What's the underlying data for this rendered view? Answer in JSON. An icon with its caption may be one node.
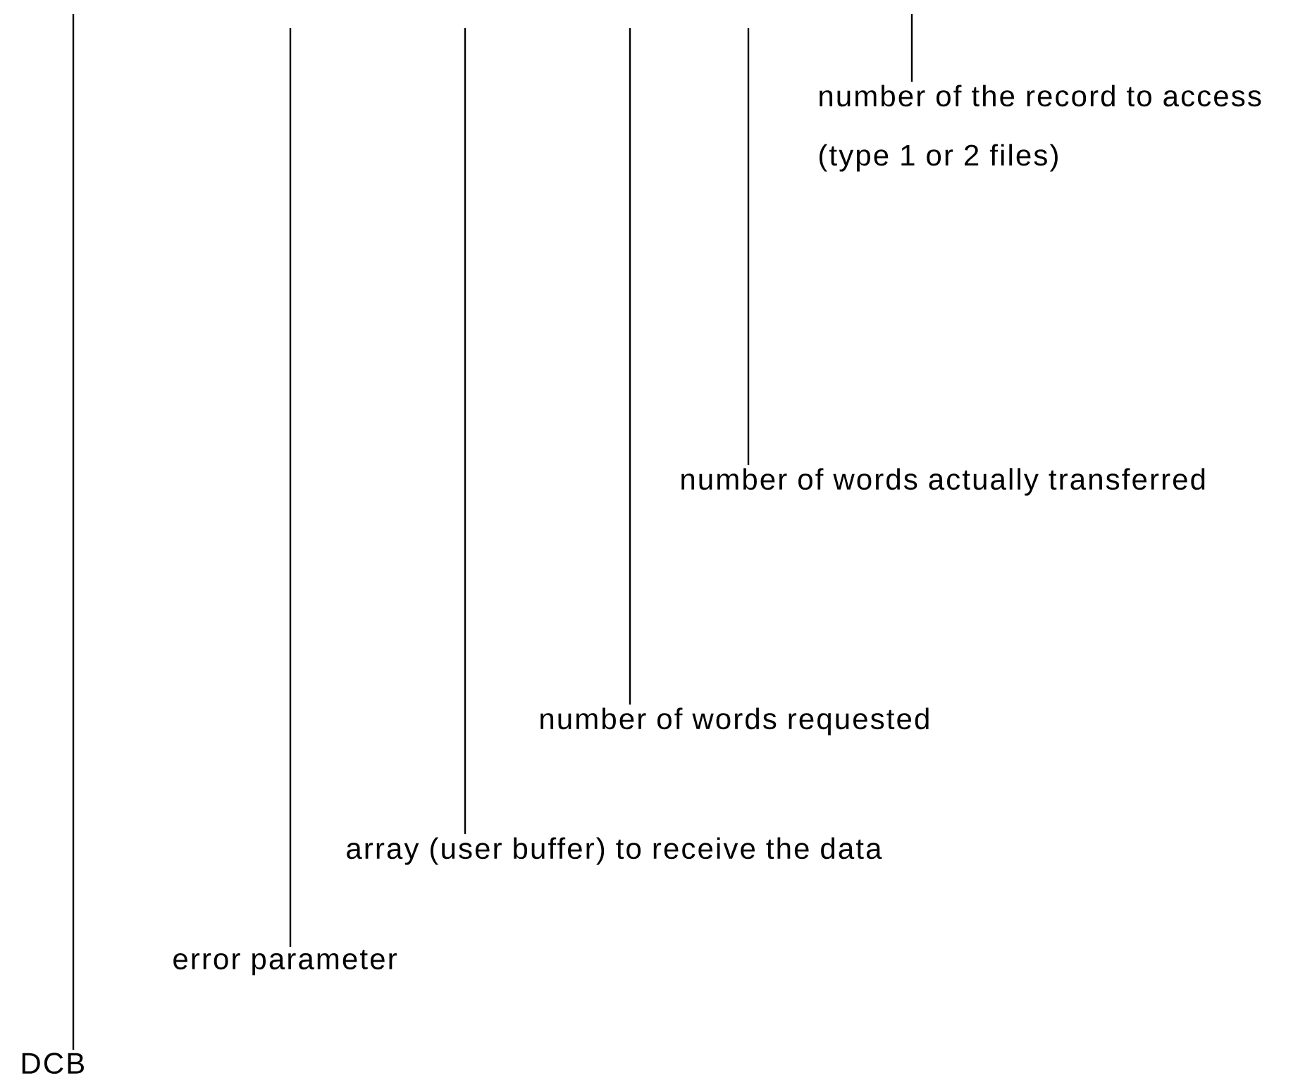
{
  "diagram": {
    "nodes": [
      {
        "text": [
          "number of the record to access (type 1 or 2 files)"
        ]
      },
      {
        "text": [
          "number of words actually transferred"
        ]
      },
      {
        "text": [
          "number of words requested"
        ]
      },
      {
        "text": [
          "array (user buffer) to receive the data"
        ]
      },
      {
        "text": [
          "error parameter"
        ]
      },
      {
        "text": [
          "DCB"
        ]
      }
    ],
    "edges": [
      {
        "from": 0,
        "to": null,
        "arrow": "none"
      },
      {
        "from": 1,
        "to": null,
        "arrow": "none"
      },
      {
        "from": 2,
        "to": null,
        "arrow": "none"
      },
      {
        "from": 3,
        "to": null,
        "arrow": "none"
      },
      {
        "from": 4,
        "to": null,
        "arrow": "none"
      },
      {
        "from": 5,
        "to": null,
        "arrow": "none"
      }
    ]
  }
}
